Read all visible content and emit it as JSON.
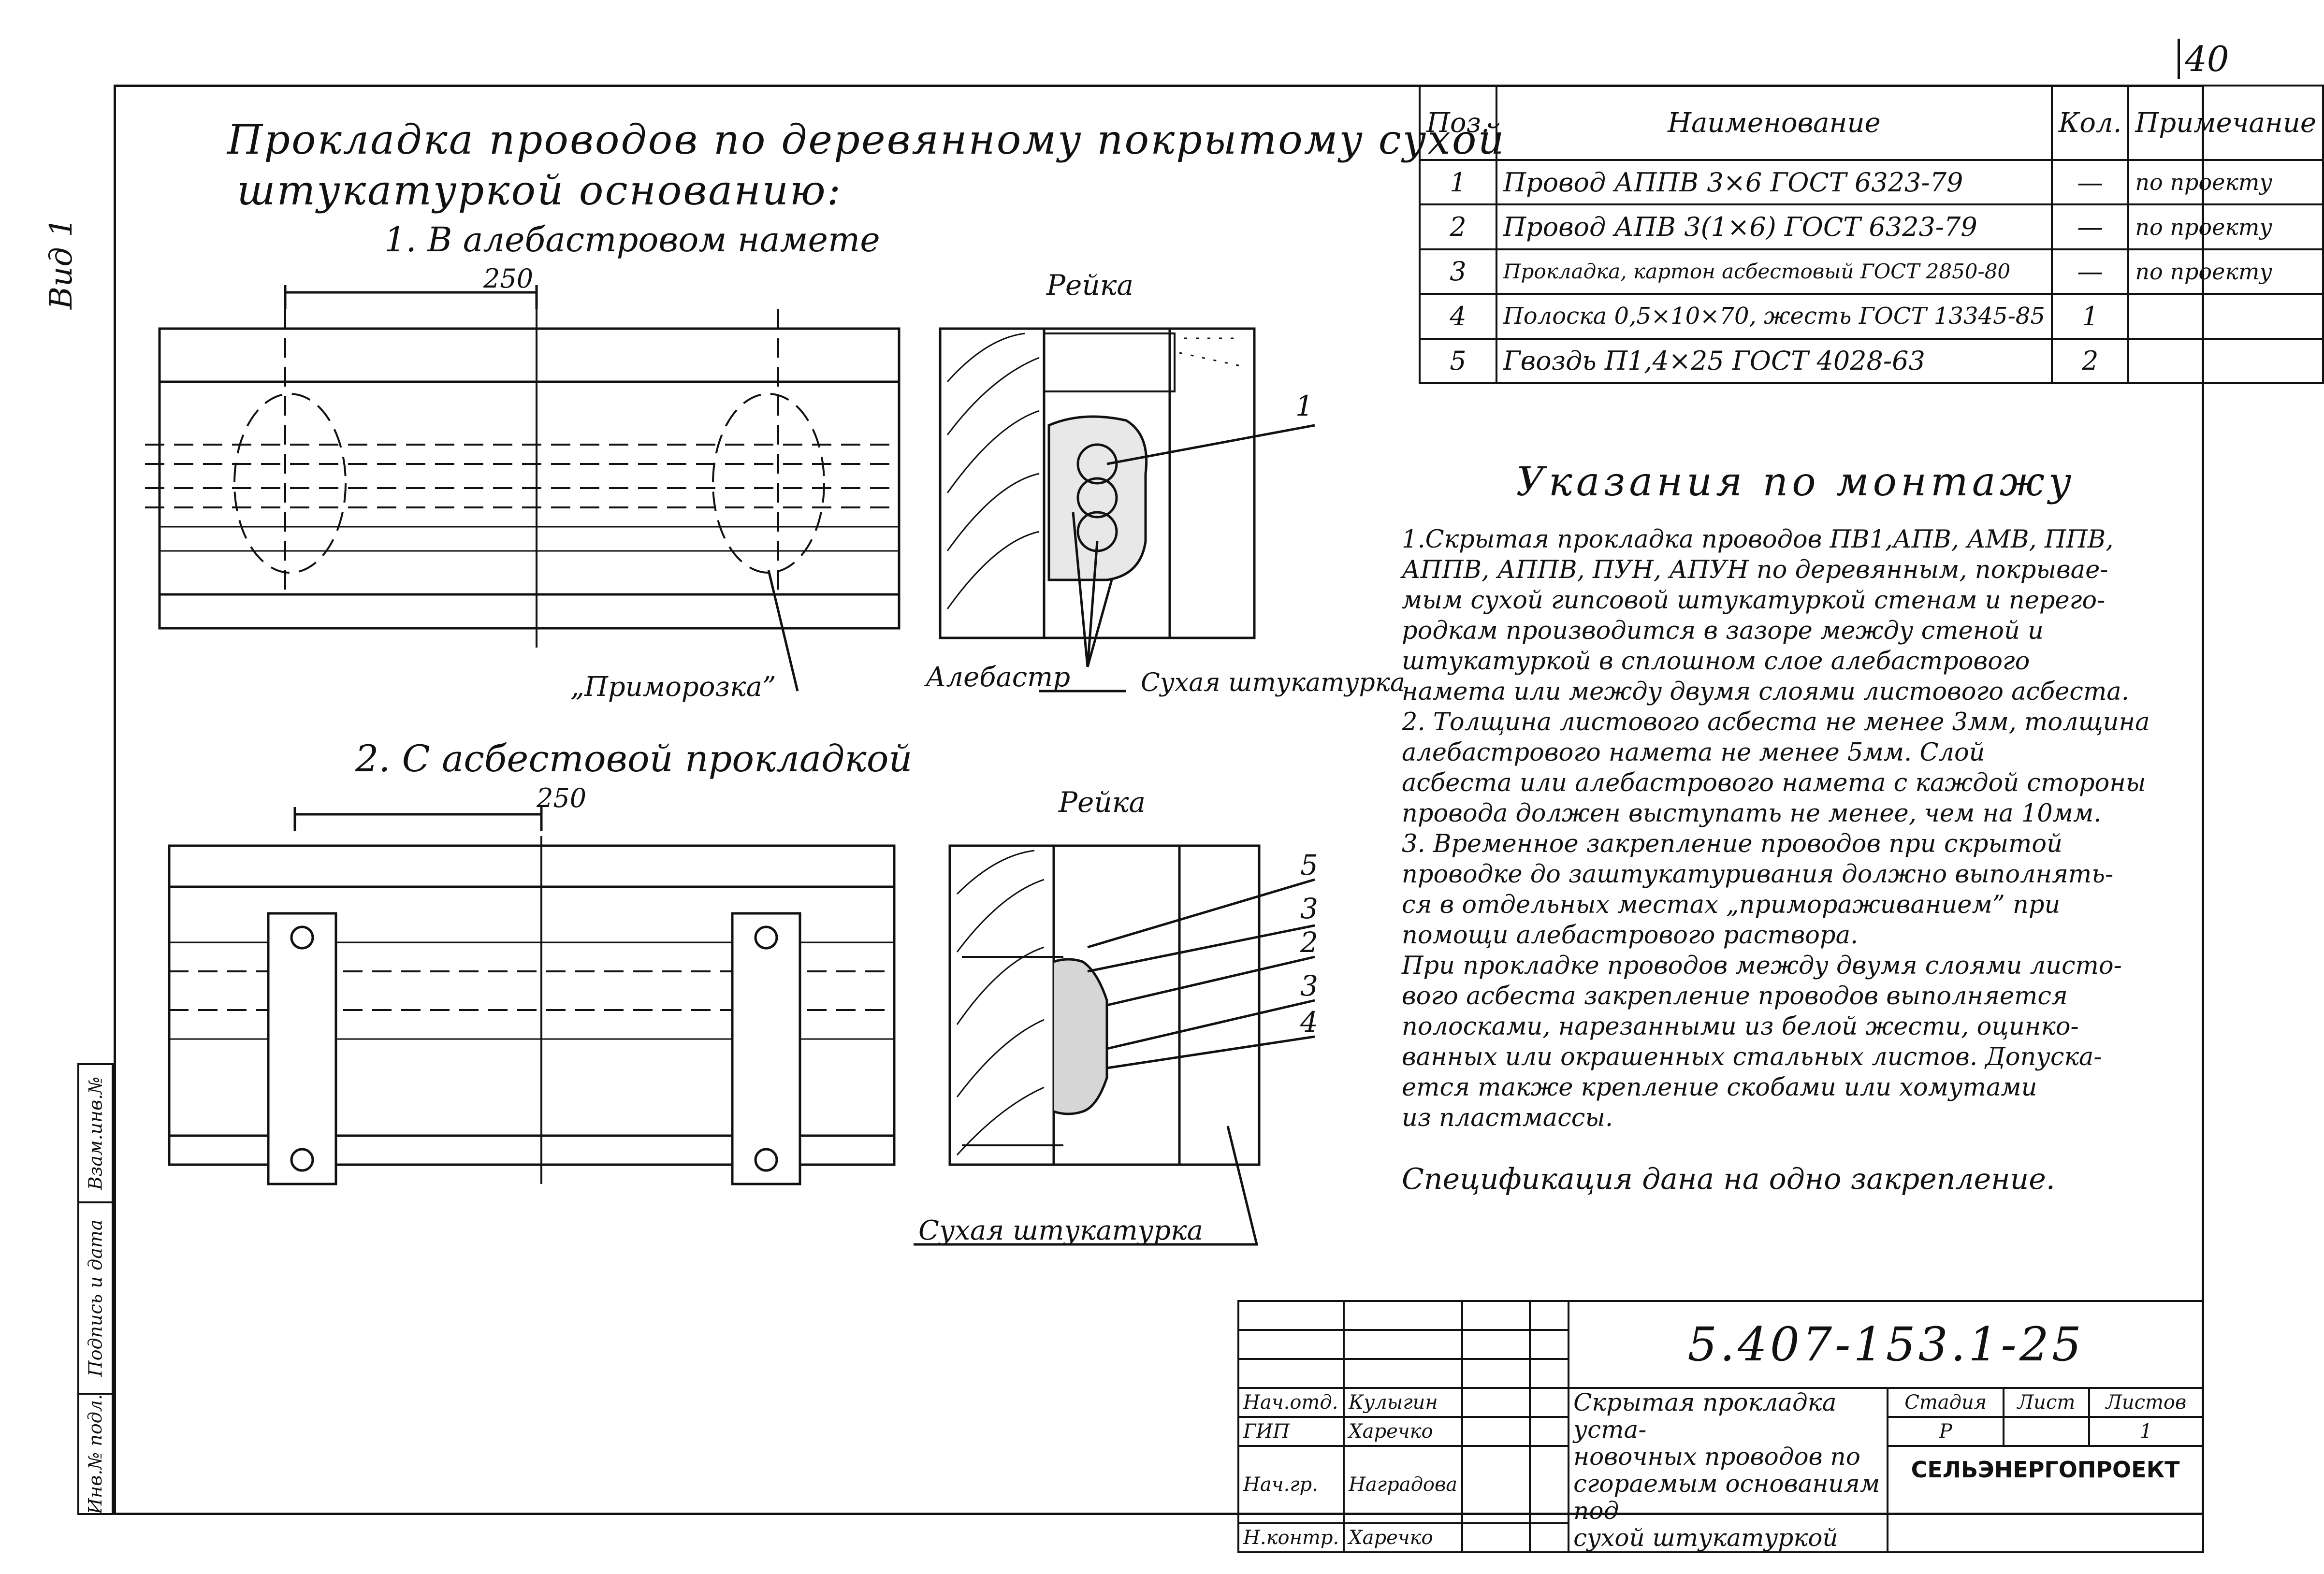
{
  "page_number": "40",
  "corner_note": "Вид 1",
  "heading": {
    "line1": "Прокладка проводов по деревянному покрытому сухой",
    "line2": "штукатуркой основанию:"
  },
  "section1": {
    "title": "1. В алебастровом намете",
    "dimension": "250",
    "label_rail": "Рейка",
    "label_freeze": "„Приморозка”",
    "label_alabaster": "Алебастр",
    "label_dry_plaster": "Сухая штукатурка",
    "callout_1": "1"
  },
  "section2": {
    "title": "2. С асбестовой прокладкой",
    "dimension": "250",
    "label_rail": "Рейка",
    "label_dry_plaster": "Сухая штукатурка",
    "callouts": [
      "5",
      "3",
      "2",
      "3",
      "4"
    ]
  },
  "spec_table": {
    "headers": {
      "pos": "Поз.",
      "name": "Наименование",
      "qty": "Кол.",
      "note": "Примечание"
    },
    "rows": [
      {
        "pos": "1",
        "name": "Провод АППВ 3×6 ГОСТ 6323-79",
        "qty": "—",
        "note": "по проекту"
      },
      {
        "pos": "2",
        "name": "Провод АПВ 3(1×6) ГОСТ 6323-79",
        "qty": "—",
        "note": "по проекту"
      },
      {
        "pos": "3",
        "name": "Прокладка, картон асбестовый ГОСТ 2850-80",
        "qty": "—",
        "note": "по проекту"
      },
      {
        "pos": "4",
        "name": "Полоска 0,5×10×70, жесть ГОСТ 13345-85",
        "qty": "1",
        "note": ""
      },
      {
        "pos": "5",
        "name": "Гвоздь П1,4×25 ГОСТ 4028-63",
        "qty": "2",
        "note": ""
      }
    ]
  },
  "notes": {
    "title": "Указания по монтажу",
    "paragraphs": [
      "1.Скрытая прокладка проводов ПВ1,АПВ, АМВ, ППВ,\nАППВ, АППВ, ПУН, АПУН по деревянным, покрывае-\nмым сухой гипсовой штукатуркой стенам и перего-\nродкам производится в зазоре между стеной и\nштукатуркой в сплошном слое алебастрового\nнамета или между двумя слоями листового асбеста.",
      "2. Толщина листового асбеста не менее 3мм, толщина\nалебастрового намета не менее 5мм. Слой\nасбеста или алебастрового намета с каждой стороны\nпровода должен выступать не менее, чем на 10мм.",
      "3. Временное закрепление проводов при скрытой\nпроводке до заштукатуривания должно выполнять-\nся в отдельных местах „примораживанием” при\nпомощи алебастрового раствора.",
      "При прокладке проводов между двумя слоями листо-\nвого асбеста закрепление проводов выполняется\nполосками, нарезанными из белой жести, оцинко-\nванных или окрашенных стальных листов. Допуска-\nется также крепление скобами или хомутами\nиз пластмассы."
    ],
    "spec_note": "Спецификация дана на одно закрепление."
  },
  "title_block": {
    "doc_code": "5.407-153.1-25",
    "description": "Скрытая прокладка уста-\nновочных проводов по\nсгораемым основаниям под\nсухой штукатуркой",
    "roles": [
      {
        "role": "Нач.отд.",
        "name": "Кулыгин"
      },
      {
        "role": "ГИП",
        "name": "Харечко"
      },
      {
        "role": "Нач.гр.",
        "name": "Наградова"
      },
      {
        "role": "Н.контр.",
        "name": "Харечко"
      }
    ],
    "stage_label": "Стадия",
    "sheet_label": "Лист",
    "sheets_label": "Листов",
    "stage": "Р",
    "sheets": "1",
    "organization": "СЕЛЬЭНЕРГОПРОЕКТ"
  },
  "side_stamp": {
    "inv_orig": "Инв.№ подл.",
    "sign_date": "Подпись и дата",
    "inv_repl": "Взам.инв.№"
  }
}
